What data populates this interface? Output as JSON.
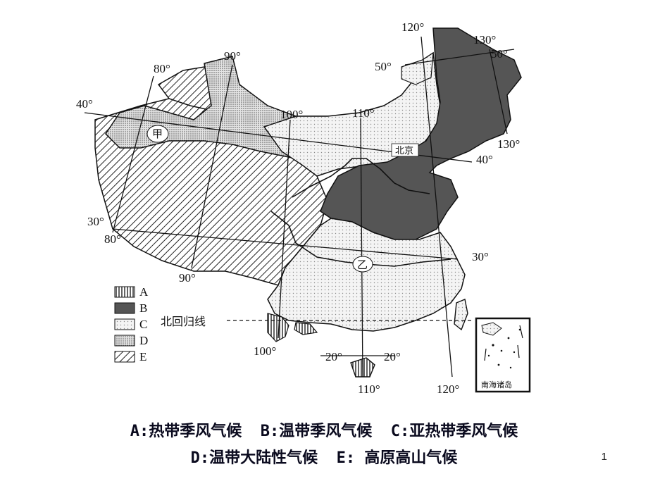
{
  "map": {
    "point_labels": {
      "jia": "甲",
      "yi": "乙",
      "beijing": "北京"
    },
    "tropic_label": "北回归线",
    "inset_label": "南海诸岛",
    "longitude_labels": {
      "lon80_top": "80°",
      "lon90_top": "90°",
      "lon100_top": "100°",
      "lon110_top": "110°",
      "lon120_top": "120°",
      "lon130_top": "130°",
      "lon80_bottom": "80°",
      "lon90_bottom": "90°",
      "lon100_bottom": "100°",
      "lon110_bottom": "110°",
      "lon120_bottom": "120°",
      "lon130_right": "130°"
    },
    "latitude_labels": {
      "lat40_left": "40°",
      "lat30_left": "30°",
      "lat50_left": "50°",
      "lat50_right": "50°",
      "lat40_right": "40°",
      "lat30_right": "30°",
      "lat20_left": "20°",
      "lat20_right": "20°"
    },
    "legend": [
      {
        "key": "A",
        "pattern": "vertical-stripes"
      },
      {
        "key": "B",
        "pattern": "solid-dark"
      },
      {
        "key": "C",
        "pattern": "light-dots"
      },
      {
        "key": "D",
        "pattern": "dense-dots"
      },
      {
        "key": "E",
        "pattern": "diagonal-hatch"
      }
    ],
    "colors": {
      "region_b": "#555555",
      "ink": "#111111"
    }
  },
  "caption": {
    "line1": "A:热带季风气候  B:温带季风气候  C:亚热带季风气候",
    "line2": "D:温带大陆性气候  E: 高原高山气候"
  },
  "page_number": "1"
}
